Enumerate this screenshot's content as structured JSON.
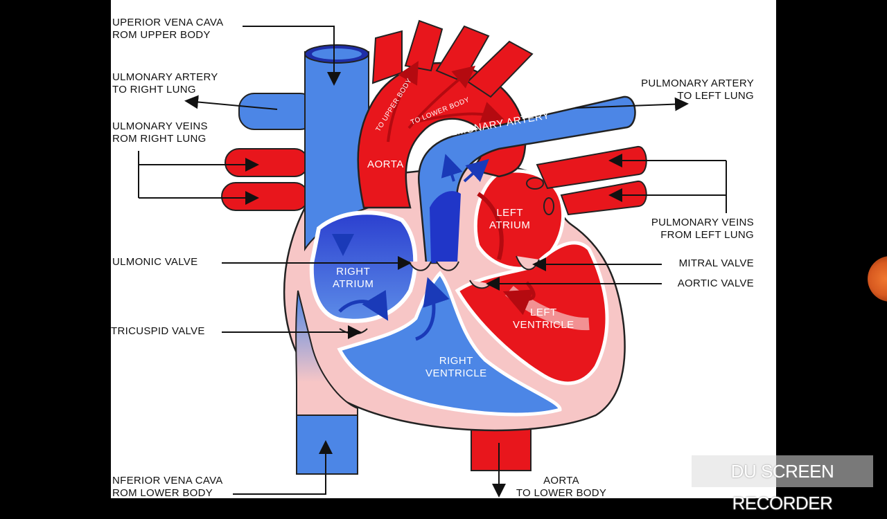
{
  "labels": {
    "superior_vena_cava": [
      "UPERIOR VENA CAVA",
      "ROM UPPER BODY"
    ],
    "pulmonary_artery_right": [
      "ULMONARY ARTERY",
      "TO RIGHT LUNG"
    ],
    "pulmonary_veins_right": [
      "ULMONARY VEINS",
      "ROM RIGHT LUNG"
    ],
    "pulmonic_valve": "ULMONIC VALVE",
    "tricuspid_valve": "TRICUSPID VALVE",
    "inferior_vena_cava": [
      "NFERIOR VENA CAVA",
      "ROM LOWER BODY"
    ],
    "pulmonary_artery_left": [
      "PULMONARY ARTERY",
      "TO LEFT LUNG"
    ],
    "pulmonary_veins_left": [
      "PULMONARY VEINS",
      "FROM LEFT LUNG"
    ],
    "mitral_valve": "MITRAL VALVE",
    "aortic_valve": "AORTIC VALVE",
    "aorta_lower": [
      "AORTA",
      "TO LOWER BODY"
    ]
  },
  "inner_labels": {
    "aorta": "AORTA",
    "pulmonary_artery": "PULMONARY ARTERY",
    "to_upper_body": "TO UPPER BODY",
    "to_lower_body": "TO LOWER BODY",
    "left_atrium": [
      "LEFT",
      "ATRIUM"
    ],
    "right_atrium": [
      "RIGHT",
      "ATRIUM"
    ],
    "left_ventricle": [
      "LEFT",
      "VENTRICLE"
    ],
    "right_ventricle": [
      "RIGHT",
      "VENTRICLE"
    ]
  },
  "overlay": {
    "recorder_watermark": "DU SCREEN RECORDER"
  },
  "colors": {
    "oxygenated": "#e8161c",
    "deoxygenated": "#4c86e6",
    "deep_blue": "#2036c8",
    "dark_red": "#b40a10",
    "wall_pink": "#f7c6c6",
    "outline": "#222222"
  }
}
